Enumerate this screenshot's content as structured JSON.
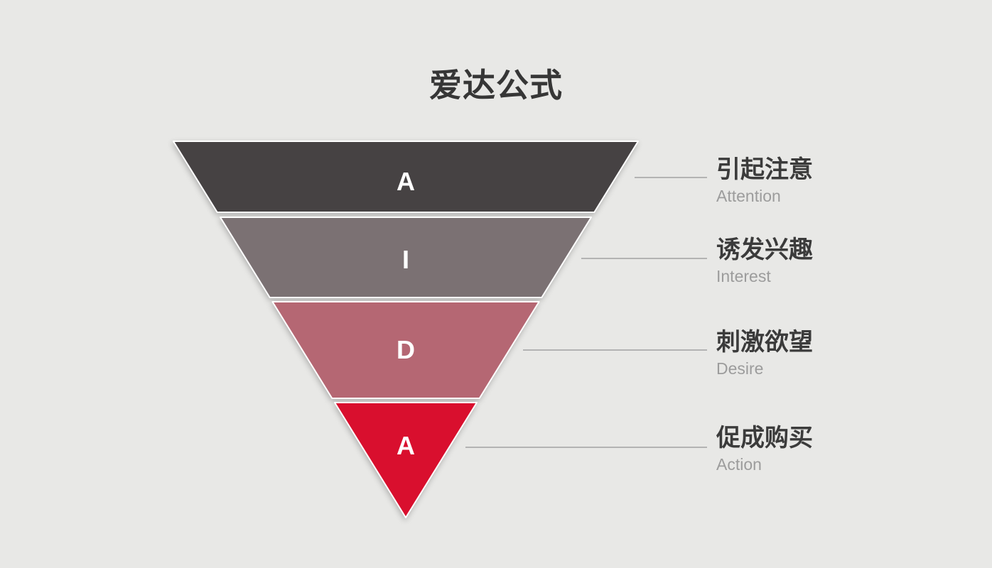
{
  "title": "爱达公式",
  "background_color": "#e8e8e6",
  "funnel": {
    "letter_color": "#ffffff",
    "connector_color": "#b3b3b3",
    "layers": [
      {
        "letter": "A",
        "color": "#464243",
        "label_zh": "引起注意",
        "label_en": "Attention"
      },
      {
        "letter": "I",
        "color": "#7b7173",
        "label_zh": "诱发兴趣",
        "label_en": "Interest"
      },
      {
        "letter": "D",
        "color": "#b56773",
        "label_zh": "刺激欲望",
        "label_en": "Desire"
      },
      {
        "letter": "A",
        "color": "#d90f2e",
        "label_zh": "促成购买",
        "label_en": "Action"
      }
    ]
  },
  "text_colors": {
    "title": "#363636",
    "label_zh": "#3b3b3b",
    "label_en": "#9c9c9c"
  }
}
